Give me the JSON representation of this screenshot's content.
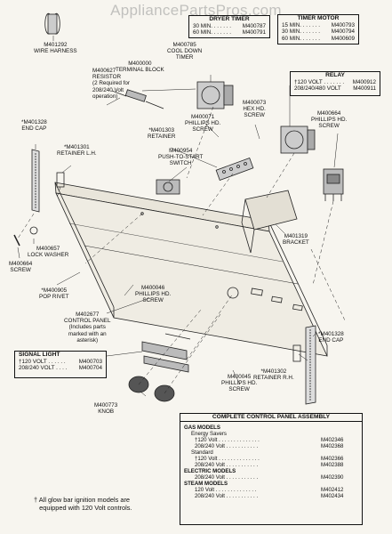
{
  "watermark": "AppliancePartsPros.com",
  "labels": {
    "wire_harness": "M401292\nWIRE HARNESS",
    "resistor": "M400627\nRESISTOR\n(2 Required for\n208/240 Volt\noperation)",
    "terminal_block": "M400000\nTERMINAL BLOCK",
    "cool_down_timer": "M400785\nCOOL DOWN\nTIMER",
    "end_cap_top": "*M401328\nEND CAP",
    "retainer": "*M401303\nRETAINER",
    "phillips_screw_1": "M400071\nPHILLIPS HD.\nSCREW",
    "hex_screw": "M400073\nHEX HD.\nSCREW",
    "phillips_screw_2": "M400664\nPHILLIPS HD.\nSCREW",
    "retainer_lh": "*M401301\nRETAINER L.H.",
    "push_to_start": "M400954\nPUSH-TO-START\nSWITCH",
    "bracket": "M401319\nBRACKET",
    "lock_washer": "M400657\nLOCK WASHER",
    "screw_left": "M400664\nSCREW",
    "pop_rivet": "*M400905\nPOP RIVET",
    "phillips_screw_3": "M400046\nPHILLIPS HD.\nSCREW",
    "control_panel": "M402677\nCONTROL PANEL\n(Includes parts\nmarked with an\nasterisk)",
    "end_cap_right": "*M401328\nEND CAP",
    "phillips_screw_4": "M400045\nPHILLIPS HD.\nSCREW",
    "retainer_rh": "*M401302\nRETAINER R.H.",
    "knob": "M400773\nKNOB"
  },
  "dryer_timer": {
    "title": "DRYER TIMER",
    "rows": [
      {
        "desc": "30 MIN. . . . . . .",
        "part": "M400787"
      },
      {
        "desc": "60 MIN. . . . . . .",
        "part": "M400791"
      }
    ]
  },
  "timer_motor": {
    "title": "TIMER MOTOR",
    "rows": [
      {
        "desc": "15 MIN. . . . . . .",
        "part": "M400793"
      },
      {
        "desc": "30 MIN. . . . . . .",
        "part": "M400794"
      },
      {
        "desc": "60 MIN. . . . . . .",
        "part": "M400609"
      }
    ]
  },
  "relay": {
    "title": "RELAY",
    "rows": [
      {
        "desc": "†120 VOLT . . . . . . .",
        "part": "M400912"
      },
      {
        "desc": "208/240/480 VOLT",
        "part": "M400911"
      }
    ]
  },
  "signal_light": {
    "title": "SIGNAL LIGHT",
    "rows": [
      {
        "desc": "†120 VOLT . . . . . .",
        "part": "M400703"
      },
      {
        "desc": "208/240 VOLT . . . .",
        "part": "M400704"
      }
    ]
  },
  "assembly": {
    "title": "COMPLETE CONTROL PANEL ASSEMBLY",
    "sections": [
      {
        "name": "GAS MODELS",
        "groups": [
          {
            "name": "Energy Savers",
            "items": [
              {
                "desc": "†120 Volt . . . . . . . . . . . . . .",
                "part": "M402346"
              },
              {
                "desc": "208/240 Volt . . . . . . . . . . .",
                "part": "M402368"
              }
            ]
          },
          {
            "name": "Standard",
            "items": [
              {
                "desc": "†120 Volt . . . . . . . . . . . . . .",
                "part": "M402366"
              },
              {
                "desc": "208/240 Volt . . . . . . . . . . .",
                "part": "M402388"
              }
            ]
          }
        ]
      },
      {
        "name": "ELECTRIC MODELS",
        "groups": [
          {
            "name": "",
            "items": [
              {
                "desc": "208/240 Volt . . . . . . . . . . .",
                "part": "M402390"
              }
            ]
          }
        ]
      },
      {
        "name": "STEAM MODELS",
        "groups": [
          {
            "name": "",
            "items": [
              {
                "desc": "120 Volt . . . . . . . . . . . . . .",
                "part": "M402412"
              },
              {
                "desc": "208/240 Volt . . . . . . . . . . .",
                "part": "M402434"
              }
            ]
          }
        ]
      }
    ]
  },
  "footnote": "† All glow bar ignition models are\n   equipped with 120 Volt controls."
}
